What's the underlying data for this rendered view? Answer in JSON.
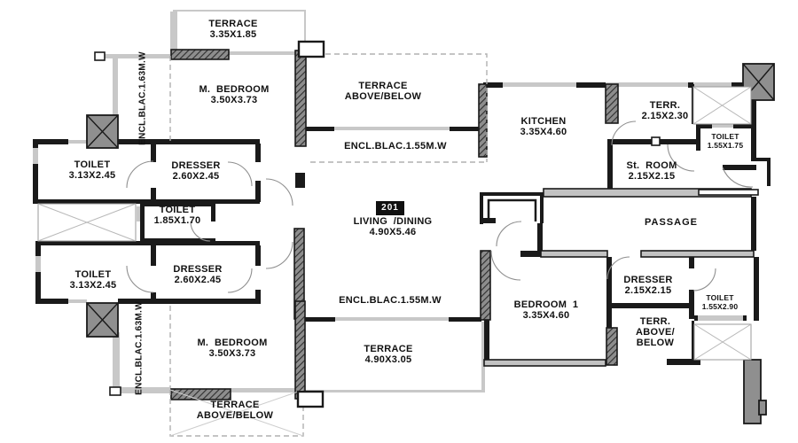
{
  "plan": {
    "unit_number": "201",
    "colors": {
      "wall": "#1a1a1a",
      "light_wall": "#c8c8c8",
      "column_fill": "#8f8f8f",
      "hatch_dark": "#3a3a3a"
    },
    "rooms": {
      "terrace_top": {
        "name": "TERRACE",
        "dims": "3.35X1.85"
      },
      "m_bedroom_top": {
        "name": "M.  BEDROOM",
        "dims": "3.50X3.73"
      },
      "encl_left_top": {
        "name": "ENCL.BLAC.1.63M.W"
      },
      "terrace_ab_top": {
        "line1": "TERRACE",
        "line2": "ABOVE/BELOW"
      },
      "encl_top_h": {
        "name": "ENCL.BLAC.1.55M.W"
      },
      "kitchen": {
        "name": "KITCHEN",
        "dims": "3.35X4.60"
      },
      "terr_tr": {
        "name": "TERR.",
        "dims": "2.15X2.30"
      },
      "toilet_tr": {
        "name": "TOILET",
        "dims": "1.55X1.75"
      },
      "st_room": {
        "name": "St.  ROOM",
        "dims": "2.15X2.15"
      },
      "toilet_l_top": {
        "name": "TOILET",
        "dims": "3.13X2.45"
      },
      "dresser_top": {
        "name": "DRESSER",
        "dims": "2.60X2.45"
      },
      "toilet_mid": {
        "name": "TOILET",
        "dims": "1.85X1.70"
      },
      "living": {
        "name": "LIVING  /DINING",
        "dims": "4.90X5.46"
      },
      "passage": {
        "name": "PASSAGE"
      },
      "toilet_l_bot": {
        "name": "TOILET",
        "dims": "3.13X2.45"
      },
      "dresser_bot": {
        "name": "DRESSER",
        "dims": "2.60X2.45"
      },
      "dresser_r": {
        "name": "DRESSER",
        "dims": "2.15X2.15"
      },
      "bedroom1": {
        "name": "BEDROOM  1",
        "dims": "3.35X4.60"
      },
      "toilet_br": {
        "name": "TOILET",
        "dims": "1.55X2.90"
      },
      "terr_ab_r": {
        "l1": "TERR.",
        "l2": "ABOVE/",
        "l3": "BELOW"
      },
      "encl_bot_h": {
        "name": "ENCL.BLAC.1.55M.W"
      },
      "m_bedroom_bot": {
        "name": "M.  BEDROOM",
        "dims": "3.50X3.73"
      },
      "encl_left_bot": {
        "name": "ENCL.BLAC.1.63M.W"
      },
      "terrace_bot": {
        "name": "TERRACE",
        "dims": "4.90X3.05"
      },
      "terrace_ab_bot": {
        "line1": "TERRACE",
        "line2": "ABOVE/BELOW"
      }
    }
  }
}
